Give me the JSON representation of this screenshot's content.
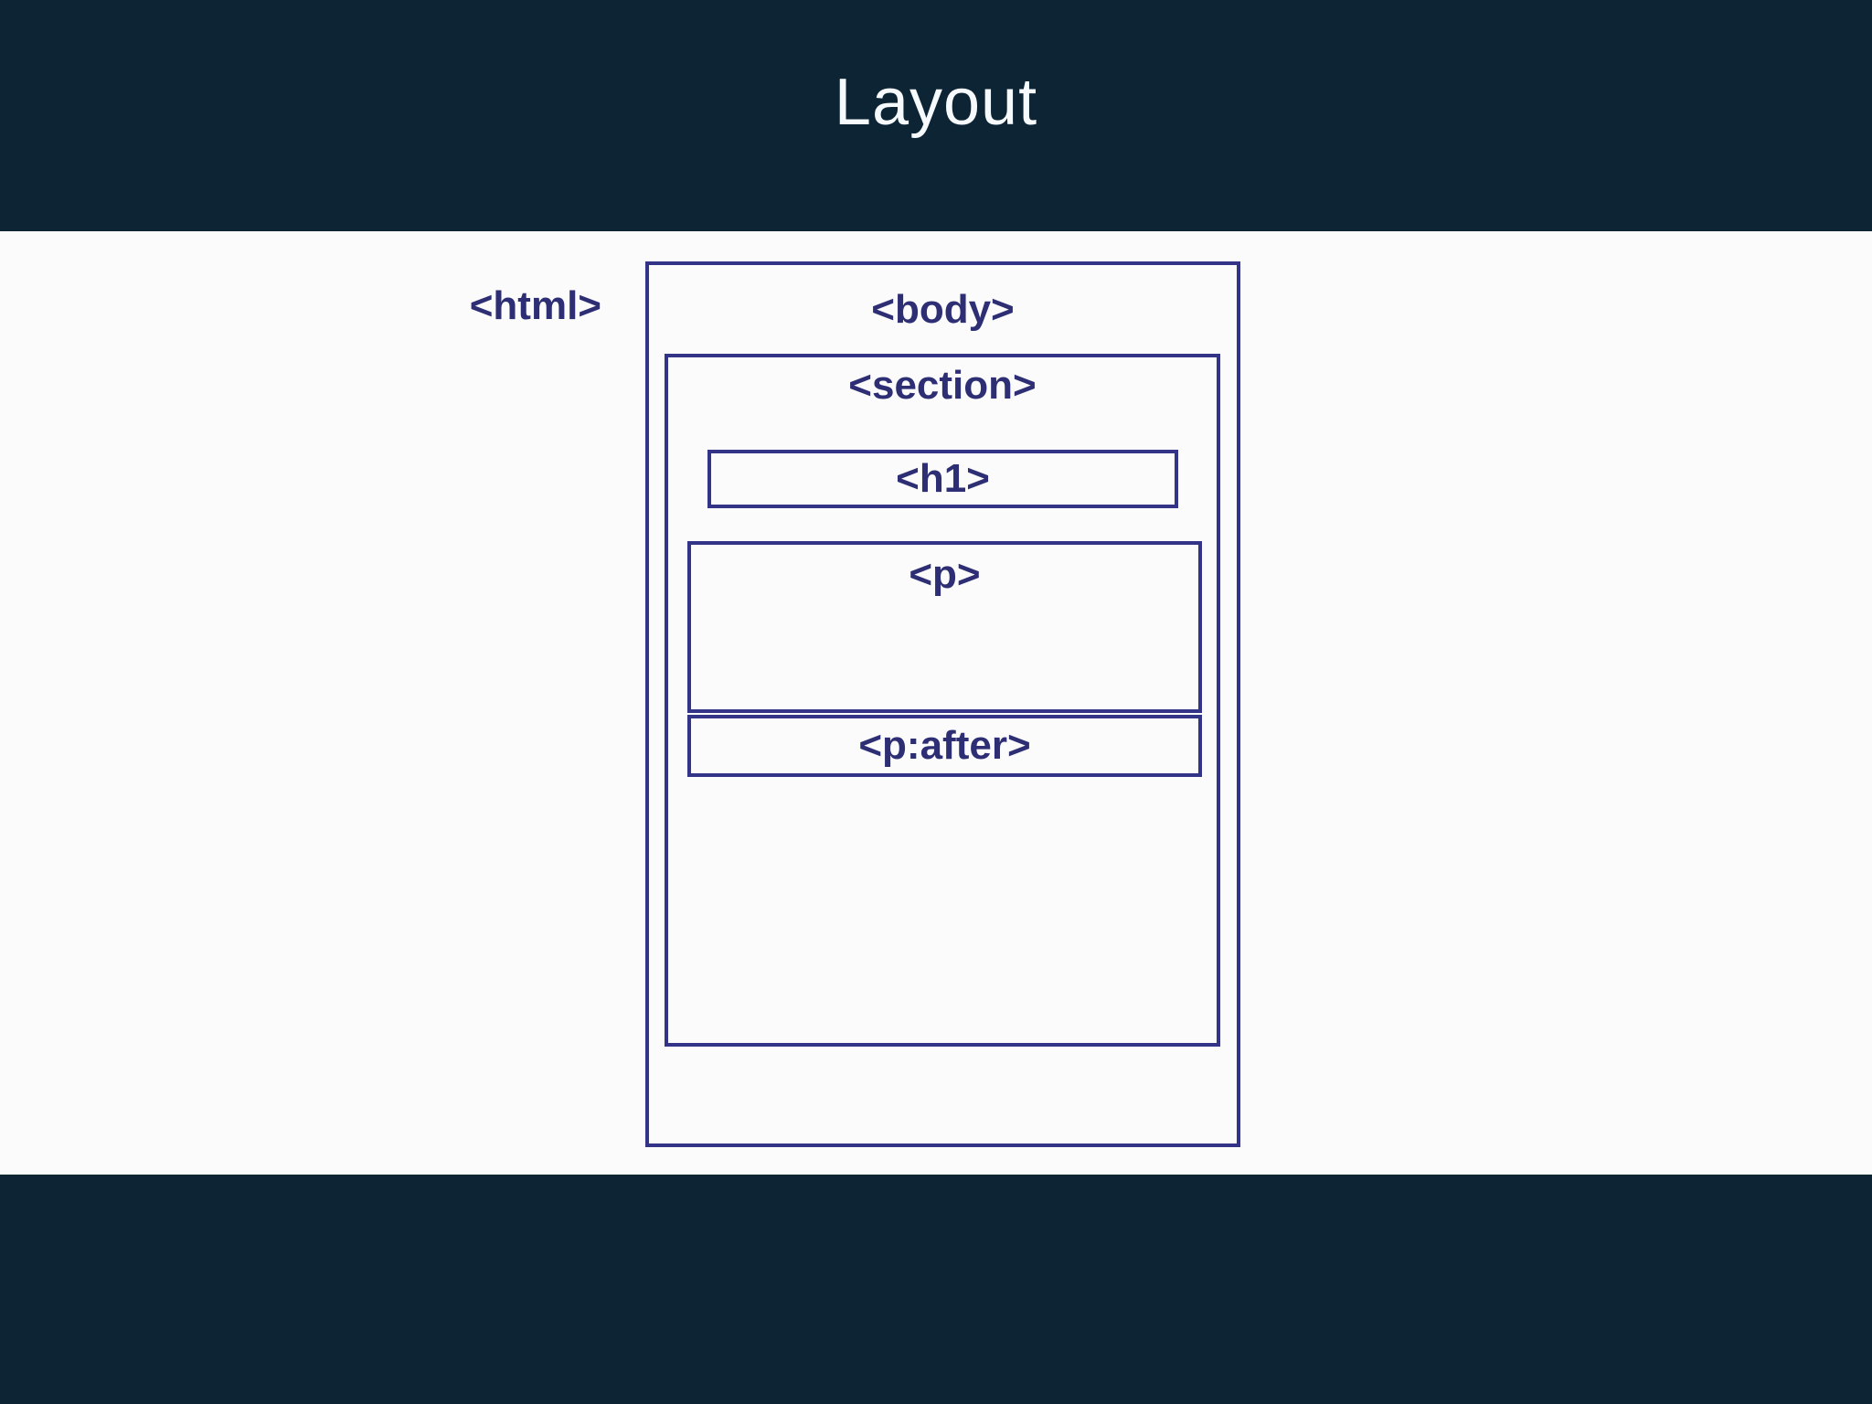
{
  "slide": {
    "title": "Layout",
    "colors": {
      "band_bg": "#0d2435",
      "canvas_bg": "#fbfbfb",
      "box_border": "#333387",
      "tag_text": "#2d2e74",
      "title_text": "#f7fafc"
    },
    "diagram": {
      "html_label": "<html>",
      "body_label": "<body>",
      "section_label": "<section>",
      "h1_label": "<h1>",
      "p_label": "<p>",
      "p_after_label": "<p:after>"
    }
  }
}
